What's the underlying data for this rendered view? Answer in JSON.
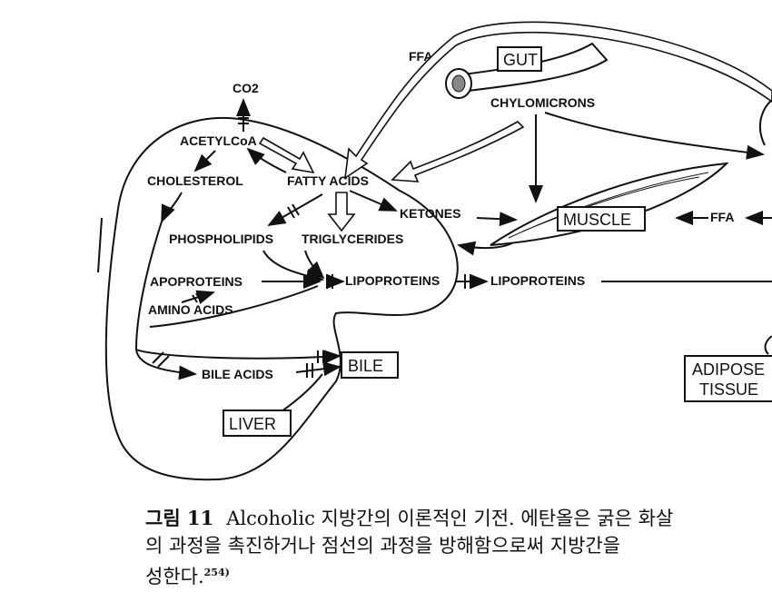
{
  "diagram": {
    "labels": {
      "co2": "CO2",
      "acetylcoa": "ACETYLCoA",
      "cholesterol": "CHOLESTEROL",
      "fatty_acids": "FATTY ACIDS",
      "phospholipids": "PHOSPHOLIPIDS",
      "triglycerides": "TRIGLYCERIDES",
      "ketones": "KETONES",
      "apoproteins": "APOPROTEINS",
      "amino_acids": "AMINO ACIDS",
      "lipoproteins_liver": "LIPOPROTEINS",
      "lipoproteins_blood": "LIPOPROTEINS",
      "bile_acids": "BILE ACIDS",
      "ffa_top": "FFA",
      "ffa_right": "FFA",
      "chylomicrons": "CHYLOMICRONS"
    },
    "boxes": {
      "gut": "GUT",
      "muscle": "MUSCLE",
      "bile": "BILE",
      "liver": "LIVER",
      "adipose_line1": "ADIPOSE",
      "adipose_line2": "TISSUE"
    }
  },
  "caption": {
    "figure_number": "그림 11",
    "line1": "Alcoholic 지방간의 이론적인 기전. 에탄올은 굵은 화살",
    "line2": "의 과정을 촉진하거나 점선의 과정을 방해함으로써 지방간을",
    "line3": "성한다.",
    "reference": "254)"
  }
}
